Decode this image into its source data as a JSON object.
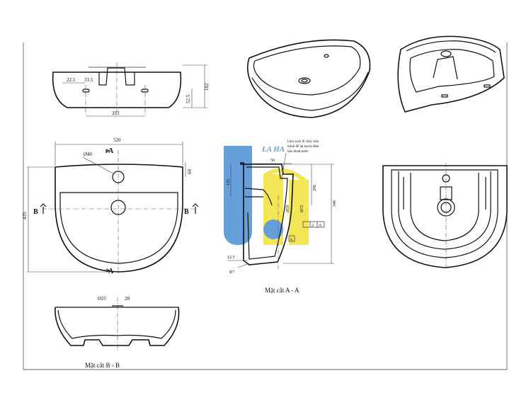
{
  "drawing": {
    "sections": {
      "section_aa": "Mặt cắt A - A",
      "section_bb": "Mặt cắt B - B"
    },
    "markers": {
      "a_top": "A",
      "a_bottom": "A",
      "b_left": "B",
      "b_right": "B",
      "a_note_box": "A"
    },
    "dimensions": {
      "top_22_5": "22.5",
      "top_33_5": "33.5",
      "top_203": "203",
      "top_52_5": "52.5",
      "top_182": "182",
      "plan_520": "520",
      "plan_435": "435",
      "plan_d40": "Ø40",
      "plan_60": "60",
      "sec_50": "50",
      "sec_125": "125",
      "sec_206": "206",
      "sec_346": "346",
      "sec_d59": "Ø59",
      "sec_d72": "Ø72",
      "sec_12_5": "12.5",
      "sec_r7": "R7",
      "sec_tol": "2",
      "bb_d25": "Ø25",
      "bb_28": "28"
    },
    "note": {
      "line1": "Làm sạch lỗ chảy tràn",
      "line2": "tránh để lại bavia đảm",
      "line3": "bảo thoát nước"
    },
    "watermark": {
      "text": "LA HA",
      "colors": {
        "blue": "#4d8fd6",
        "yellow": "#f2e23a"
      }
    }
  }
}
